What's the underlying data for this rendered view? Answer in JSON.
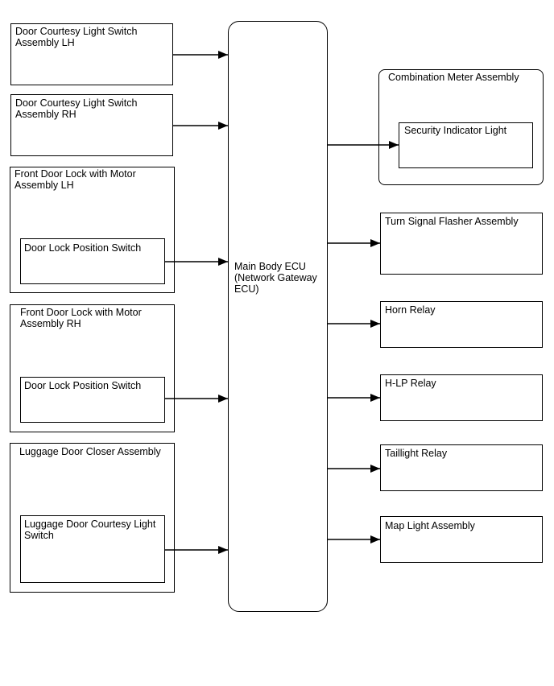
{
  "inputs": {
    "dcl_lh": "Door Courtesy Light Switch\nAssembly LH",
    "dcl_rh": "Door Courtesy Light Switch\nAssembly RH",
    "fdl_lh": "Front Door Lock with Motor\nAssembly LH",
    "fdl_lh_switch": "Door Lock Position Switch",
    "fdl_rh": "Front Door Lock with Motor\nAssembly RH",
    "fdl_rh_switch": "Door Lock Position Switch",
    "luggage": "Luggage Door Closer Assembly",
    "luggage_switch": "Luggage Door Courtesy Light\nSwitch"
  },
  "ecu": {
    "label": "Main Body ECU\n(Network Gateway\nECU)"
  },
  "outputs": {
    "combination_meter": "Combination Meter Assembly",
    "security_indicator": "Security Indicator Light",
    "turn_signal": "Turn Signal Flasher Assembly",
    "horn": "Horn Relay",
    "hlp": "H-LP Relay",
    "taillight": "Taillight Relay",
    "map_light": "Map Light Assembly"
  }
}
